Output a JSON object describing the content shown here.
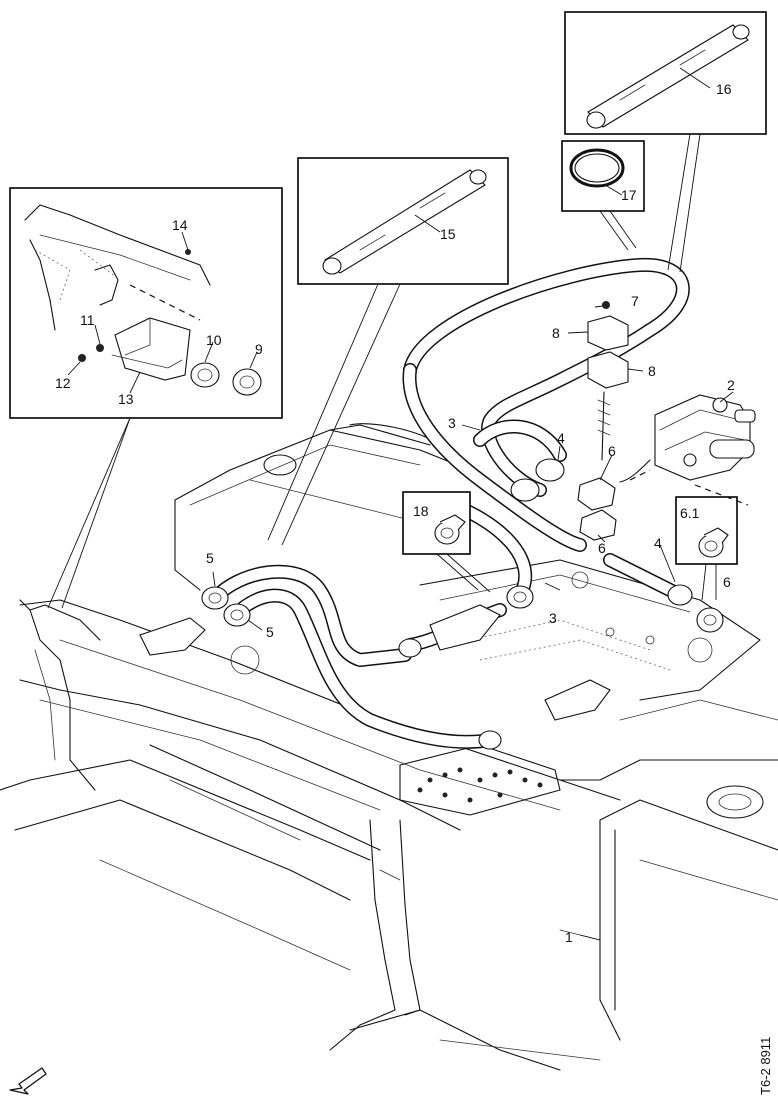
{
  "labels": {
    "l1": "1",
    "l2": "2",
    "l3a": "3",
    "l3b": "3",
    "l4a": "4",
    "l4b": "4",
    "l5a": "5",
    "l5b": "5",
    "l6a": "6",
    "l6b": "6",
    "l6c": "6",
    "l61": "6.1",
    "l7": "7",
    "l8a": "8",
    "l8b": "8",
    "l9": "9",
    "l10": "10",
    "l11": "11",
    "l12": "12",
    "l13": "13",
    "l14": "14",
    "l15": "15",
    "l16": "16",
    "l17": "17",
    "l18": "18"
  },
  "doc_code": "T6-2 8911"
}
